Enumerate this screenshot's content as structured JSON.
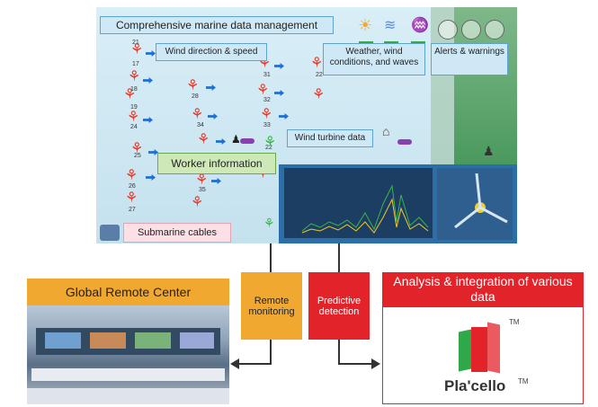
{
  "map": {
    "title": "Comprehensive marine data management",
    "labels": {
      "wind": "Wind direction & speed",
      "weather": "Weather, wind conditions, and waves",
      "alerts": "Alerts & warnings",
      "turbine": "Wind turbine data",
      "worker": "Worker information",
      "cables": "Submarine cables"
    },
    "turbine_numbers": [
      "21",
      "22",
      "17",
      "18",
      "19",
      "24",
      "25",
      "26",
      "27",
      "28",
      "31",
      "34",
      "35",
      "32",
      "33",
      "22"
    ]
  },
  "flow": {
    "remote": "Remote monitoring",
    "predictive": "Predictive detection"
  },
  "grc": {
    "title": "Global Remote Center"
  },
  "analysis": {
    "title": "Analysis & integration of various data",
    "logo_text": "Pla'cello",
    "tm": "TM"
  },
  "colors": {
    "orange": "#f0a830",
    "red": "#e3232a",
    "label_bg": "#cfe8f6",
    "turbine": "#e23a2b",
    "arrow": "#1f6fd1"
  }
}
